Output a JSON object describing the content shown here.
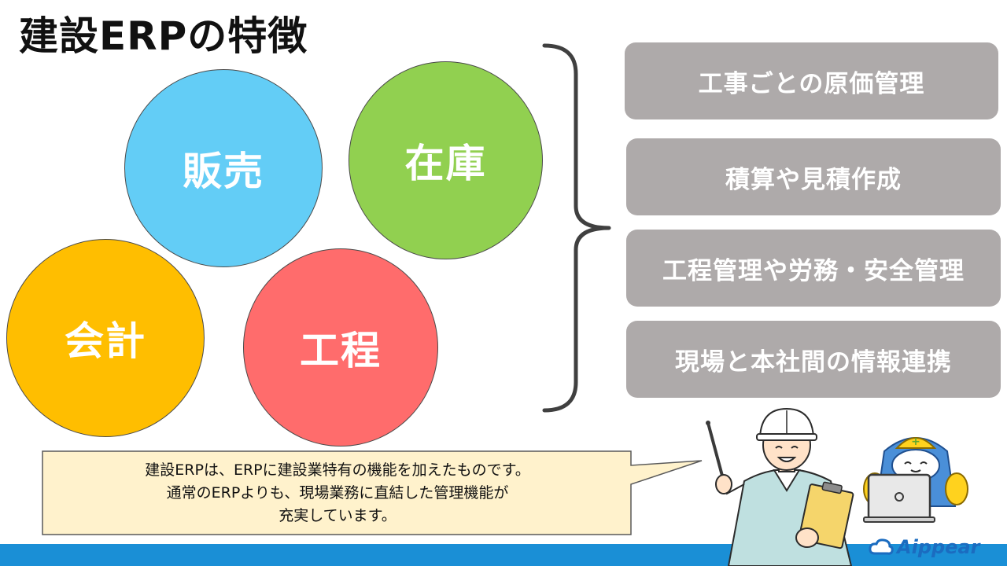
{
  "title": "建設ERPの特徴",
  "circles": [
    {
      "label": "販売",
      "color": "#63cdf6"
    },
    {
      "label": "在庫",
      "color": "#91d050"
    },
    {
      "label": "会計",
      "color": "#ffbe00"
    },
    {
      "label": "工程",
      "color": "#ff6c6c"
    }
  ],
  "features": [
    "工事ごとの原価管理",
    "積算や見積作成",
    "工程管理や労務・安全管理",
    "現場と本社間の情報連携"
  ],
  "callout": {
    "lines": [
      "建設ERPは、ERPに建設業特有の機能を加えたものです。",
      "通常のERPよりも、現場業務に直結した管理機能が",
      "充実しています。"
    ]
  },
  "logo": {
    "text": "Aippear"
  },
  "colors": {
    "feature_box": "#aeaaaa",
    "callout_fill": "#fff2cc",
    "footer_bar": "#1a8fd6",
    "bracket": "#404040"
  },
  "icons": {
    "worker": "construction-worker-illustration",
    "robot": "mascot-robot-laptop-illustration",
    "logo": "cloud-logo-icon"
  }
}
